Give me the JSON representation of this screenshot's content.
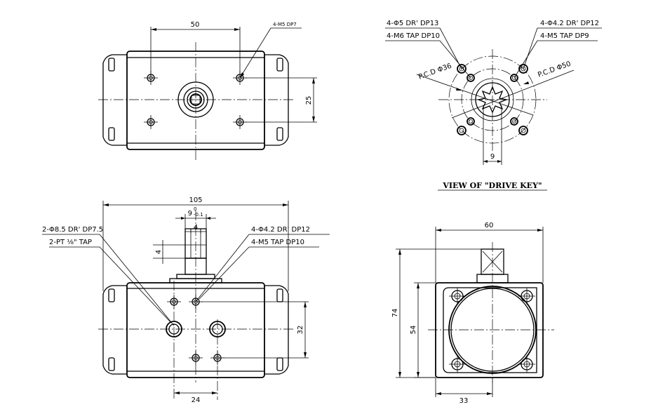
{
  "top_view": {
    "dim_width": "50",
    "dim_height": "25",
    "hole_note": "4-M5 DP7"
  },
  "drive_key_view": {
    "note_left_1": "4-Φ5 DR' DP13",
    "note_left_2": "4-M6 TAP DP10",
    "note_right_1": "4-Φ4.2 DR' DP12",
    "note_right_2": "4-M5 TAP DP9",
    "pcd_small": "P.C.D Φ36",
    "pcd_large": "P.C.D Φ50",
    "dim_key": "9",
    "title": "VIEW OF \"DRIVE KEY\""
  },
  "front_view": {
    "dim_overall": "105",
    "dim_shaft": "9",
    "dim_shaft_tol_upper": "0",
    "dim_shaft_tol_lower": "-0.1",
    "dim_key_w": "4",
    "dim_key_h": "4",
    "note_left_1": "2-Φ8.5 DR' DP7.5",
    "note_left_2": "2-PT ⅛\" TAP",
    "note_right_1": "4-Φ4.2 DR' DP12",
    "note_right_2": "4-M5 TAP DP10",
    "dim_height": "32",
    "dim_bottom": "24"
  },
  "side_view": {
    "dim_width": "60",
    "dim_outer_h": "74",
    "dim_inner_h": "54",
    "dim_bottom": "33"
  }
}
